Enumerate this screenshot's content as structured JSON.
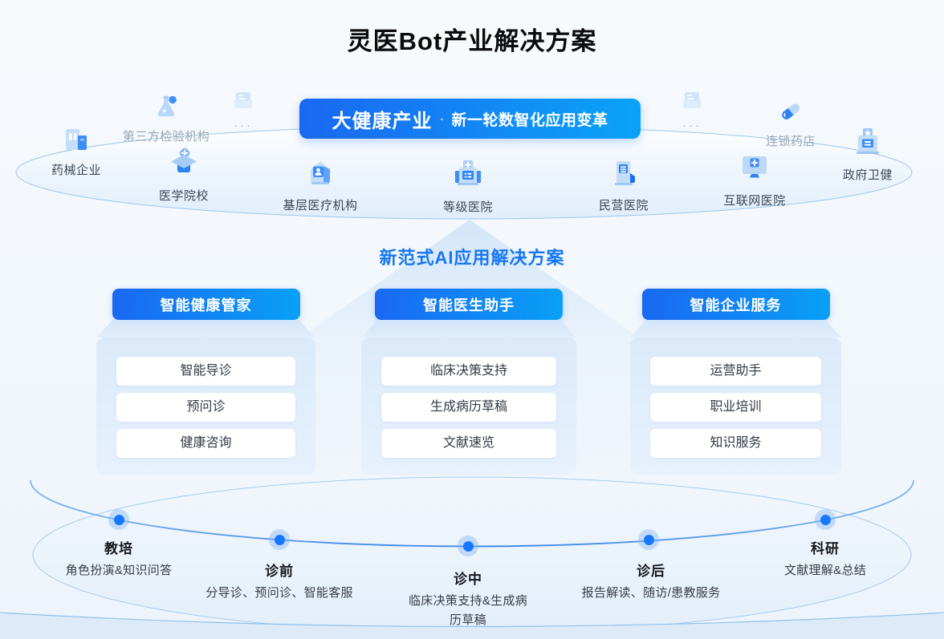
{
  "title": "灵医Bot产业解决方案",
  "banner": {
    "primary": "大健康产业",
    "separator": "·",
    "secondary": "新一轮数智化应用变革"
  },
  "ecosystem": {
    "more": "···",
    "items": [
      {
        "label": "药械企业",
        "icon": "pharma-building-icon"
      },
      {
        "label": "第三方检验机构",
        "icon": "flask-icon"
      },
      {
        "label": "医学院校",
        "icon": "graduation-cap-icon"
      },
      {
        "label": "基层医疗机构",
        "icon": "clinic-house-icon"
      },
      {
        "label": "等级医院",
        "icon": "hospital-plus-icon"
      },
      {
        "label": "民营医院",
        "icon": "office-building-icon"
      },
      {
        "label": "互联网医院",
        "icon": "monitor-plus-icon"
      },
      {
        "label": "连锁药店",
        "icon": "capsule-icon"
      },
      {
        "label": "政府卫健",
        "icon": "government-star-icon"
      }
    ]
  },
  "solution": {
    "heading": "新范式AI应用解决方案",
    "columns": [
      {
        "title": "智能健康管家",
        "items": [
          "智能导诊",
          "预问诊",
          "健康咨询"
        ]
      },
      {
        "title": "智能医生助手",
        "items": [
          "临床决策支持",
          "生成病历草稿",
          "文献速览"
        ]
      },
      {
        "title": "智能企业服务",
        "items": [
          "运营助手",
          "职业培训",
          "知识服务"
        ]
      }
    ]
  },
  "journey": {
    "stages": [
      {
        "name": "教培",
        "desc": "角色扮演&知识问答"
      },
      {
        "name": "诊前",
        "desc": "分导诊、预问诊、智能客服"
      },
      {
        "name": "诊中",
        "desc": "临床决策支持&生成病历草稿"
      },
      {
        "name": "诊后",
        "desc": "报告解读、随访/患教服务"
      },
      {
        "name": "科研",
        "desc": "文献理解&总结"
      }
    ]
  },
  "colors": {
    "accent_blue": "#1677f3",
    "banner_gradient_start": "#1a68f2",
    "banner_gradient_end": "#0aa3f8",
    "dot_blue": "#1677ff",
    "card_bg": "#dfeefb",
    "muted_label": "#9aa6b4",
    "dark_text": "#16181c"
  }
}
